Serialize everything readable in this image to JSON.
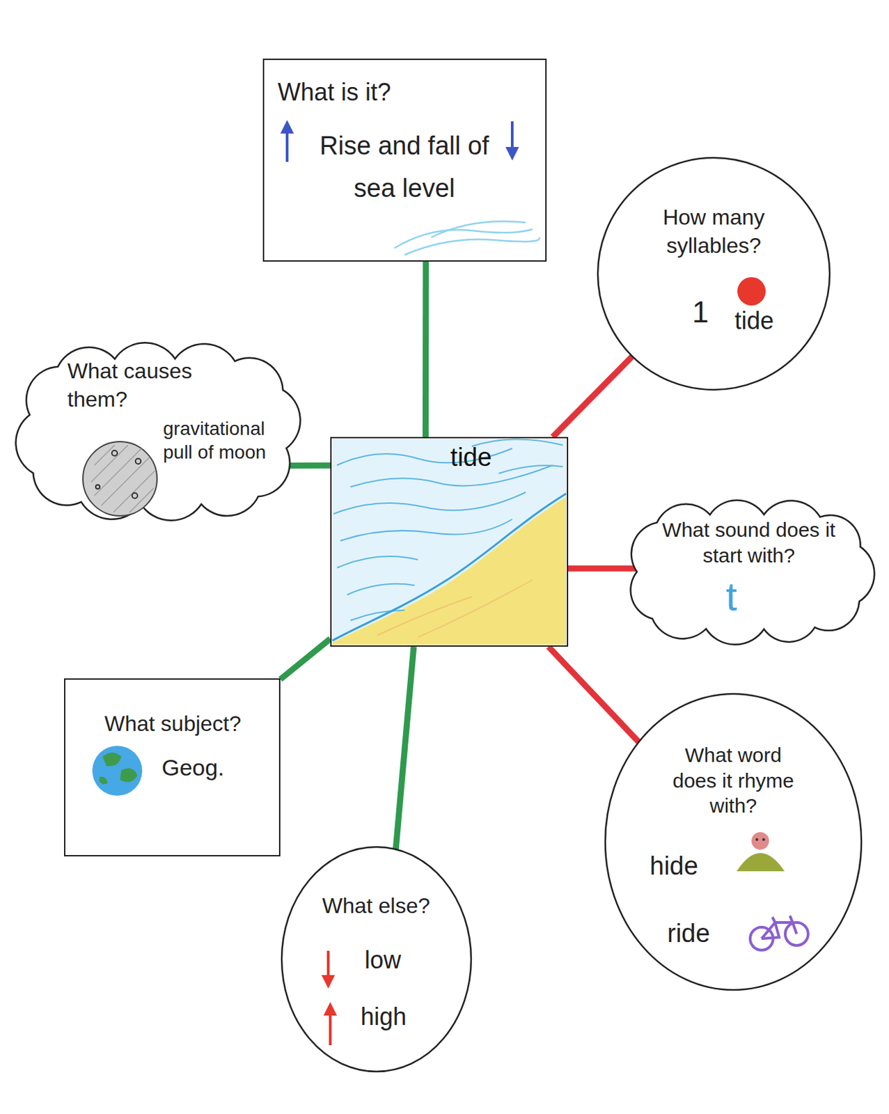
{
  "diagram": {
    "nodes": [
      {
        "text": [
          "What is it?",
          "Rise and fall of sea level"
        ]
      },
      {
        "text": [
          "How many syllables?",
          "1",
          "tide"
        ]
      },
      {
        "text": [
          "What causes them?",
          "gravitational pull of moon"
        ]
      },
      {
        "text": [
          "tide"
        ]
      },
      {
        "text": [
          "What sound does it start with?",
          "t"
        ]
      },
      {
        "text": [
          "What subject?",
          "Geog."
        ]
      },
      {
        "text": [
          "What word does it rhyme with?",
          "hide",
          "ride"
        ]
      },
      {
        "text": [
          "What else?",
          "low",
          "high"
        ]
      }
    ],
    "edges": [
      {
        "from": 3,
        "to": 0,
        "arrow": "none"
      },
      {
        "from": 3,
        "to": 1,
        "arrow": "none"
      },
      {
        "from": 3,
        "to": 2,
        "arrow": "none"
      },
      {
        "from": 3,
        "to": 4,
        "arrow": "none"
      },
      {
        "from": 3,
        "to": 5,
        "arrow": "none"
      },
      {
        "from": 3,
        "to": 6,
        "arrow": "none"
      },
      {
        "from": 3,
        "to": 7,
        "arrow": "none"
      }
    ]
  }
}
